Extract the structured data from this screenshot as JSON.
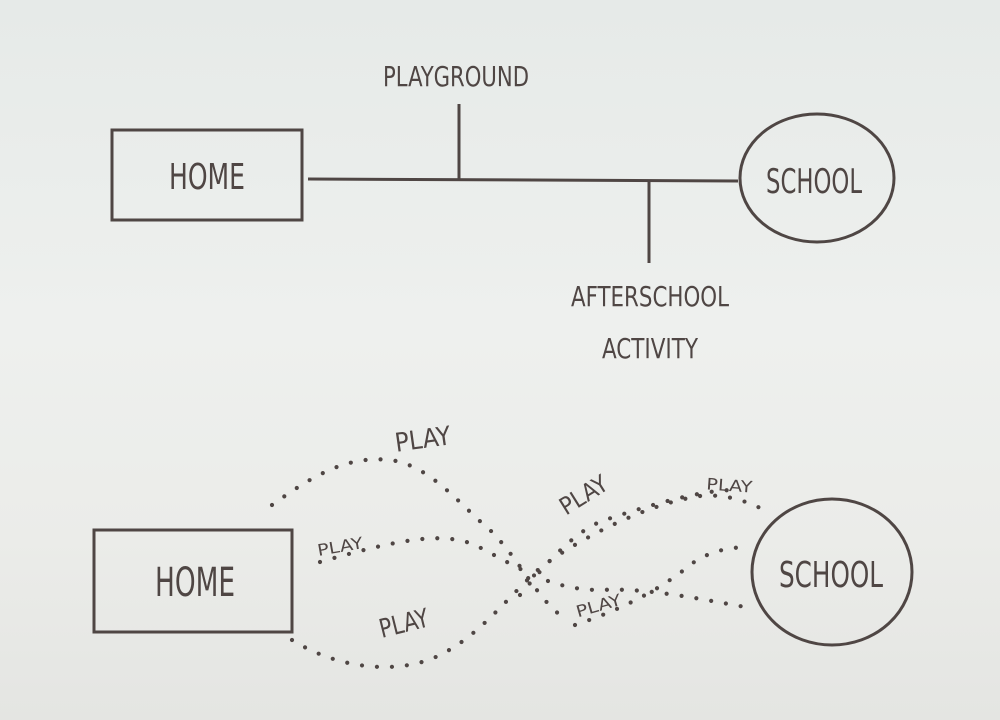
{
  "top_diagram": {
    "home_label": "HOME",
    "school_label": "SCHOOL",
    "playground_label": "PLAYGROUND",
    "afterschool_line1": "AFTERSCHOOL",
    "afterschool_line2": "ACTIVITY"
  },
  "bottom_diagram": {
    "home_label": "HOME",
    "school_label": "SCHOOL",
    "play_labels": [
      "PLAY",
      "PLAY",
      "PLAY",
      "PLAY",
      "PLAY",
      "PLAY"
    ]
  },
  "colors": {
    "ink": "#4f4644",
    "background": "#eceeec"
  }
}
